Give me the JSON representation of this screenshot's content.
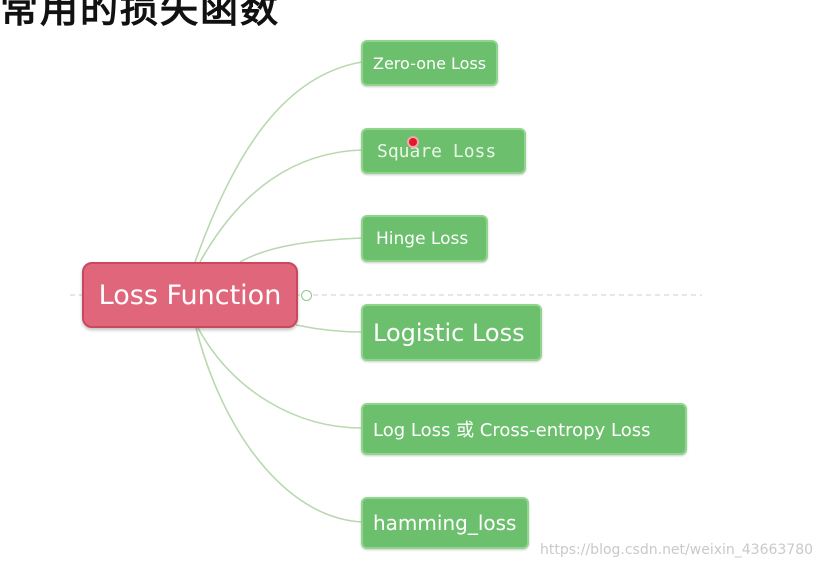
{
  "heading_fragment": "常用的损失函数",
  "root": {
    "label": "Loss Function"
  },
  "children": [
    {
      "label": "Zero-one Loss"
    },
    {
      "label": "Square Loss"
    },
    {
      "label": "Hinge Loss"
    },
    {
      "label": "Logistic Loss"
    },
    {
      "label": "Log Loss 或 Cross-entropy Loss"
    },
    {
      "label": "hamming_loss"
    }
  ],
  "watermark": "https://blog.csdn.net/weixin_43663780",
  "colors": {
    "root_fill": "#e0677b",
    "child_fill": "#6cbf6c",
    "connector": "#b9d8b1",
    "cursor": "#e01a2a"
  }
}
